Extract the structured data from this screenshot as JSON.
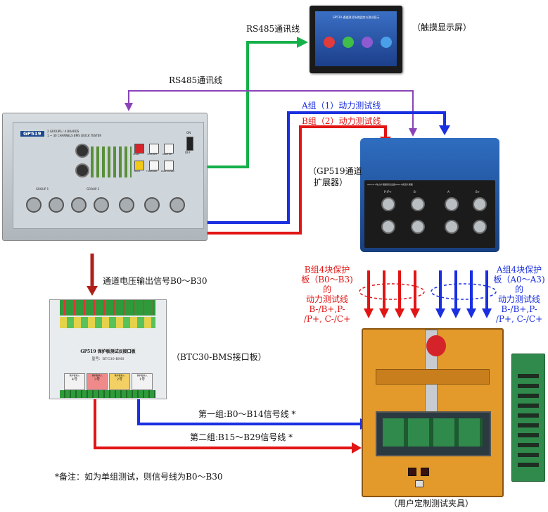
{
  "touch_screen": {
    "label": "（触摸显示屏）",
    "screen_title": "GP519 通道测试系统监控与测试显示"
  },
  "tester": {
    "brand": "GP519",
    "header_line1": "2 GROUPS / 4 BOARDS",
    "header_line2": "1 ~ 30 CHANNELS BMS QUICK TESTER",
    "buttons": [
      "START",
      "TEST/SET",
      "PAGE UP",
      "BACK",
      "FORWARD",
      "PAGE DOWN"
    ],
    "group1": "GROUP 1",
    "group2": "GROUP 2",
    "power_on": "ON",
    "power_off": "OFF"
  },
  "expander": {
    "label_line1": "（GP519通道",
    "label_line2": "扩展器）",
    "panel_text": "GP519-S动力扩展器测试设备GP519通道扩展器",
    "ports": [
      "P-/P+",
      "B-",
      "A-",
      "B+"
    ]
  },
  "interface_board": {
    "label": "（BTC30-BMS接口板）",
    "title": "GP519 保护板测试仪接口板",
    "model": "型号：BTC30-BMS",
    "slots": [
      "4号",
      "3号",
      "2号",
      "1号"
    ],
    "slot_header": "保护板输入"
  },
  "fixture": {
    "label": "（用户定制测试夹具）"
  },
  "wires": {
    "rs485_upper": "RS485通讯线",
    "rs485_lower": "RS485通讯线",
    "group_a_power": "A组（1）动力测试线",
    "group_b_power": "B组（2）动力测试线",
    "channel_voltage": "通道电压输出信号B0～B30",
    "group1_signal": "第一组:B0～B14信号线 *",
    "group2_signal": "第二组:B15～B29信号线 *"
  },
  "group_b_desc": {
    "line1": "B组4块保护",
    "line2": "板（B0～B3)",
    "line3": "的",
    "line4": "动力测试线",
    "line5": "B-/B+,P-",
    "line6": "/P+, C-/C+"
  },
  "group_a_desc": {
    "line1": "A组4块保护",
    "line2": "板（A0～A3)",
    "line3": "的",
    "line4": "动力测试线",
    "line5": "B-/B+,P-",
    "line6": "/P+, C-/C+"
  },
  "note": "*备注：如为单组测试，则信号线为B0～B30",
  "colors": {
    "red_wire": "#e21515",
    "blue_wire": "#1a2fe0",
    "green_wire": "#15b04a",
    "purple_wire": "#8a44b8",
    "dark_red_arrow": "#b0201a"
  }
}
